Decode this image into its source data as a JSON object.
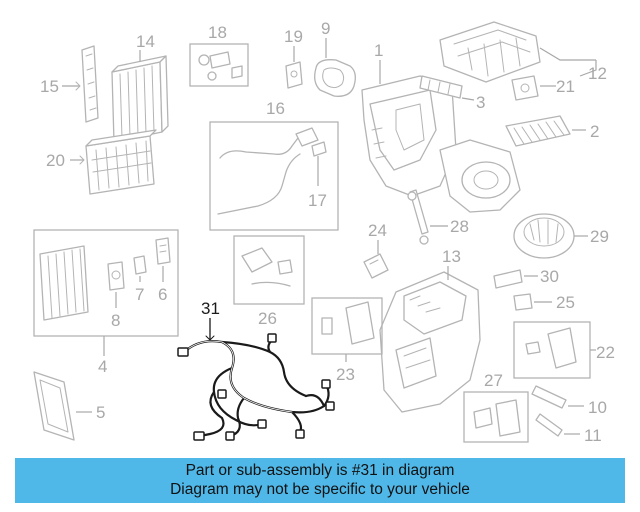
{
  "diagram": {
    "callouts": {
      "c1": "1",
      "c2": "2",
      "c3": "3",
      "c4": "4",
      "c5": "5",
      "c6": "6",
      "c7": "7",
      "c8": "8",
      "c9": "9",
      "c10": "10",
      "c11": "11",
      "c12": "12",
      "c13": "13",
      "c14": "14",
      "c15": "15",
      "c16": "16",
      "c17": "17",
      "c18": "18",
      "c19": "19",
      "c20": "20",
      "c21": "21",
      "c22": "22",
      "c23": "23",
      "c24": "24",
      "c25": "25",
      "c26": "26",
      "c27": "27",
      "c28": "28",
      "c29": "29",
      "c30": "30",
      "c31": "31"
    },
    "highlighted_part": "31",
    "colors": {
      "part_line": "#b4b4b4",
      "highlight": "#1a1a1a",
      "banner": "#4fb8e8"
    }
  },
  "banner": {
    "line1": "Part or sub-assembly is #31 in diagram",
    "line2": "Diagram may not be specific to your vehicle"
  }
}
